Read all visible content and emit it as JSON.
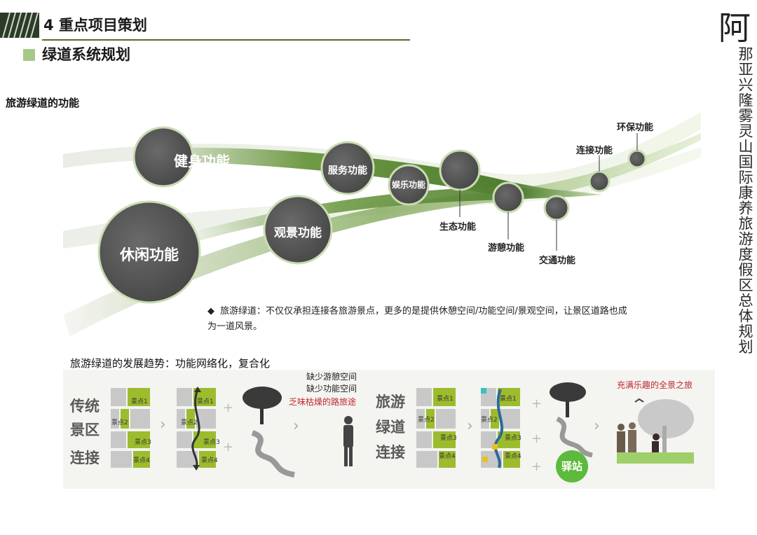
{
  "header": {
    "title": "4 重点项目策划",
    "subtitle": "绿道系统规划"
  },
  "brand": {
    "logo_char": "阿",
    "vertical_title": "那亚兴隆雾灵山国际康养旅游度假区总体规划"
  },
  "section_title": "旅游绿道的功能",
  "functions": {
    "fitness": "健身功能",
    "leisure": "休闲功能",
    "service": "服务功能",
    "sightseeing": "观景功能",
    "entertainment": "娱乐功能",
    "ecology": "生态功能",
    "rest": "游憩功能",
    "traffic": "交通功能",
    "connection": "连接功能",
    "environment": "环保功能"
  },
  "note": {
    "bullet": "◆",
    "text": "旅游绿道：不仅仅承担连接各旅游景点，更多的是提供休憩空间/功能空间/景观空间，让景区道路也成为一道风景。"
  },
  "trend": {
    "title": "旅游绿道的发展趋势：功能网络化，复合化",
    "traditional": [
      "传统",
      "景区",
      "连接"
    ],
    "greenway": [
      "旅游",
      "绿道",
      "连接"
    ],
    "spot_labels": [
      "景点1",
      "景点2",
      "景点3",
      "景点4"
    ],
    "lacks": [
      "缺少游憩空间",
      "缺少功能空间"
    ],
    "dull": "乏味枯燥的路旅途",
    "station": "驿站",
    "fun": "充满乐趣的全景之旅",
    "plus": "+",
    "arrow": "›"
  },
  "colors": {
    "accent_green": "#8cb33a",
    "light_green": "#a6c98a",
    "circle_gray": "#5b5b5b",
    "red_text": "#c0262e"
  }
}
